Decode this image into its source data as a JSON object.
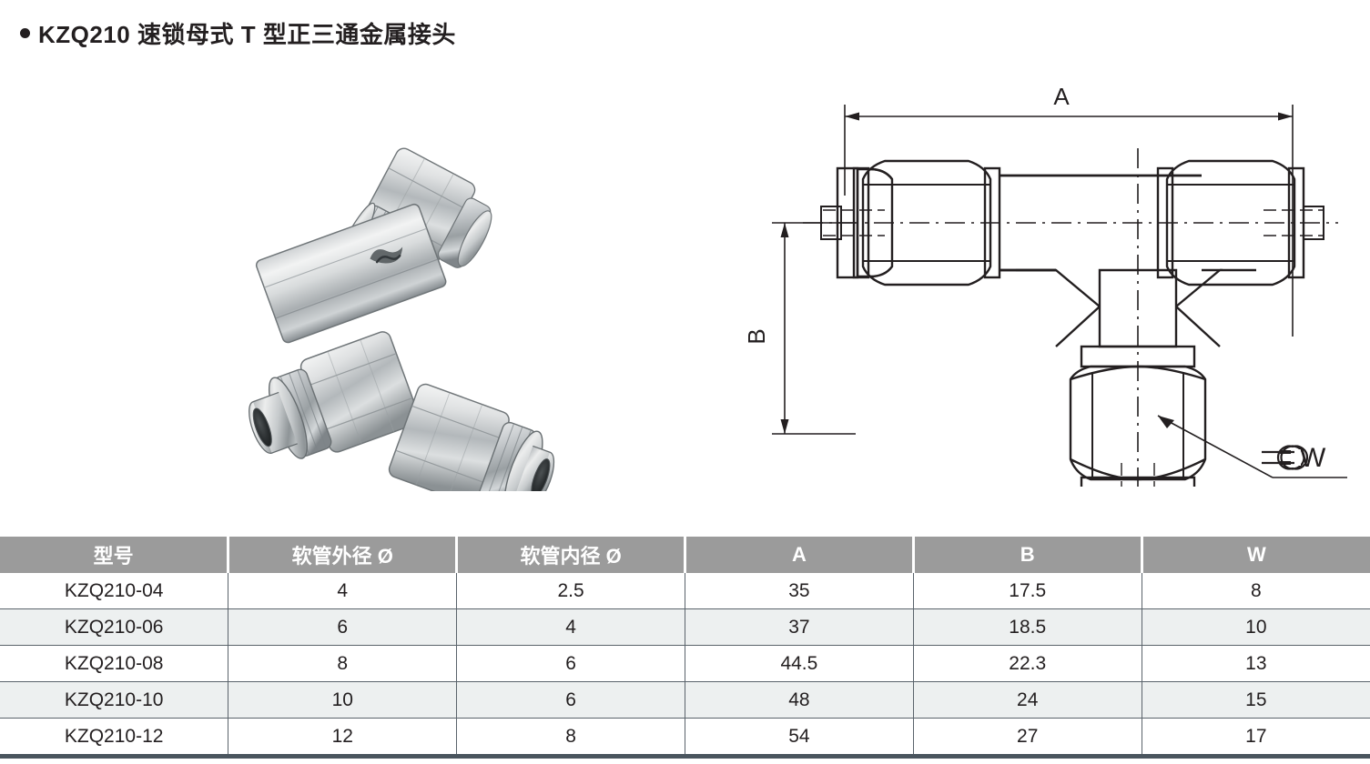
{
  "title": {
    "bullet": "•",
    "text": "KZQ210 速锁母式 T 型正三通金属接头"
  },
  "drawing": {
    "dimension_a_label": "A",
    "dimension_b_label": "B",
    "wrench_label": "W",
    "wrench_icon": "wrench-icon"
  },
  "photo": {
    "alt": "KZQ210 nickel-plated brass female T-type union tube fitting"
  },
  "table": {
    "headers": [
      "型号",
      "软管外径 Ø",
      "软管内径 Ø",
      "A",
      "B",
      "W"
    ],
    "rows": [
      [
        "KZQ210-04",
        "4",
        "2.5",
        "35",
        "17.5",
        "8"
      ],
      [
        "KZQ210-06",
        "6",
        "4",
        "37",
        "18.5",
        "10"
      ],
      [
        "KZQ210-08",
        "8",
        "6",
        "44.5",
        "22.3",
        "13"
      ],
      [
        "KZQ210-10",
        "10",
        "6",
        "48",
        "24",
        "15"
      ],
      [
        "KZQ210-12",
        "12",
        "8",
        "54",
        "27",
        "17"
      ]
    ]
  },
  "colors": {
    "header_bg": "#9b9b9b",
    "header_text": "#ffffff",
    "row_alt_bg": "#edf0f0",
    "row_bg": "#ffffff",
    "grid_line": "#5a636b",
    "bottom_rule": "#4a555e",
    "text": "#231f20",
    "drawing_line": "#231f20",
    "metal_light": "#e8e9ea",
    "metal_mid": "#b9bcbe",
    "metal_dark": "#7d8386"
  }
}
